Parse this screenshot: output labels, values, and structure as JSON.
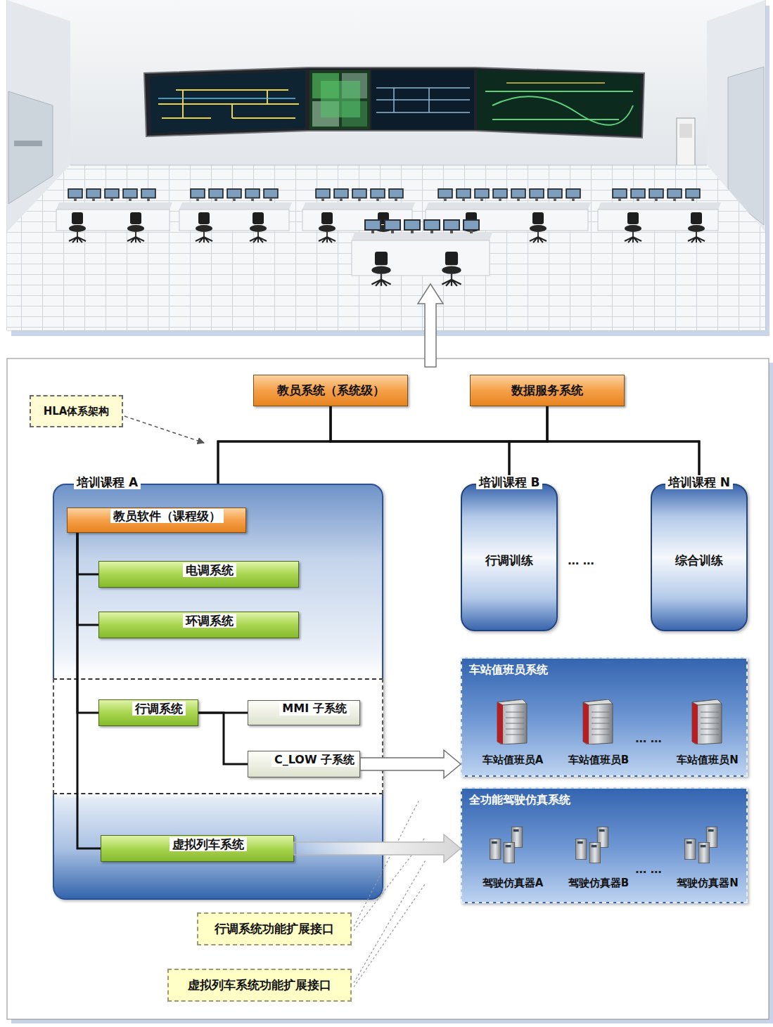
{
  "diagram": {
    "nodes": [
      {
        "text": [
          "教员系统（系统级）"
        ]
      },
      {
        "text": [
          "数据服务系统"
        ]
      },
      {
        "text": [
          "HLA体系架构"
        ]
      },
      {
        "text": [
          "培训课程 A"
        ]
      },
      {
        "text": [
          "教员软件（课程级）"
        ],
        "in": 3
      },
      {
        "text": [
          "电调系统"
        ],
        "in": 3
      },
      {
        "text": [
          "环调系统"
        ],
        "in": 3
      },
      {
        "text": [
          "行调系统"
        ],
        "in": 3
      },
      {
        "text": [
          "MMI 子系统"
        ],
        "in": 3
      },
      {
        "text": [
          "C_LOW 子系统"
        ],
        "in": 3
      },
      {
        "text": [
          "虚拟列车系统"
        ],
        "in": 3
      },
      {
        "text": [
          "培训课程 B",
          "行调训练"
        ]
      },
      {
        "text": [
          "培训课程 N",
          "综合训练"
        ]
      },
      {
        "text": [
          "车站值班员系统"
        ]
      },
      {
        "text": [
          "车站值班员A"
        ],
        "in": 13
      },
      {
        "text": [
          "车站值班员B"
        ],
        "in": 13
      },
      {
        "text": [
          "车站值班员N"
        ],
        "in": 13
      },
      {
        "text": [
          "全功能驾驶仿真系统"
        ]
      },
      {
        "text": [
          "驾驶仿真器A"
        ],
        "in": 17
      },
      {
        "text": [
          "驾驶仿真器B"
        ],
        "in": 17
      },
      {
        "text": [
          "驾驶仿真器N"
        ],
        "in": 17
      },
      {
        "text": [
          "行调系统功能扩展接口"
        ]
      },
      {
        "text": [
          "虚拟列车系统功能扩展接口"
        ]
      }
    ],
    "edges": [
      {
        "from": 0,
        "to": 3,
        "arrow": "none"
      },
      {
        "from": 0,
        "to": 11,
        "arrow": "none"
      },
      {
        "from": 0,
        "to": 12,
        "arrow": "none"
      },
      {
        "from": 1,
        "to": 3,
        "arrow": "none"
      },
      {
        "from": 1,
        "to": 11,
        "arrow": "none"
      },
      {
        "from": 1,
        "to": 12,
        "arrow": "none"
      },
      {
        "from": 4,
        "to": 5,
        "arrow": "none"
      },
      {
        "from": 4,
        "to": 6,
        "arrow": "none"
      },
      {
        "from": 4,
        "to": 7,
        "arrow": "none"
      },
      {
        "from": 4,
        "to": 10,
        "arrow": "none"
      },
      {
        "from": 7,
        "to": 8,
        "arrow": "none"
      },
      {
        "from": 7,
        "to": 9,
        "arrow": "none"
      },
      {
        "from": 9,
        "to": 13,
        "arrow": "to"
      },
      {
        "from": 10,
        "to": 17,
        "arrow": "to"
      }
    ],
    "labels": [
      "… …",
      "… …",
      "… …"
    ]
  }
}
